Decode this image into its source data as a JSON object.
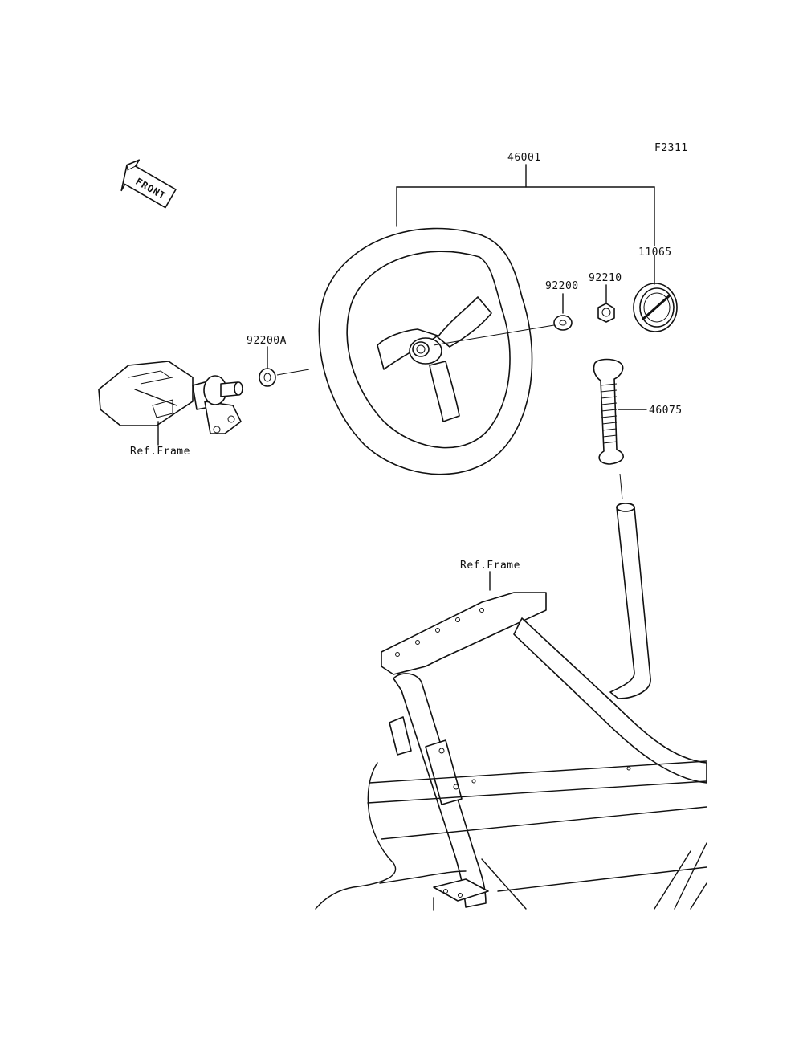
{
  "figure_code": "F2311",
  "front_marker": {
    "text": "FRONT"
  },
  "parts": [
    {
      "id": "46001",
      "label": "46001"
    },
    {
      "id": "11065",
      "label": "11065"
    },
    {
      "id": "92210",
      "label": "92210"
    },
    {
      "id": "92200",
      "label": "92200"
    },
    {
      "id": "92200A",
      "label": "92200A"
    },
    {
      "id": "46075",
      "label": "46075"
    }
  ],
  "refs": [
    {
      "label": "Ref.Frame"
    },
    {
      "label": "Ref.Frame"
    }
  ],
  "colors": {
    "ink": "#111111",
    "shade": "#cfcfcf",
    "background": "#ffffff"
  }
}
